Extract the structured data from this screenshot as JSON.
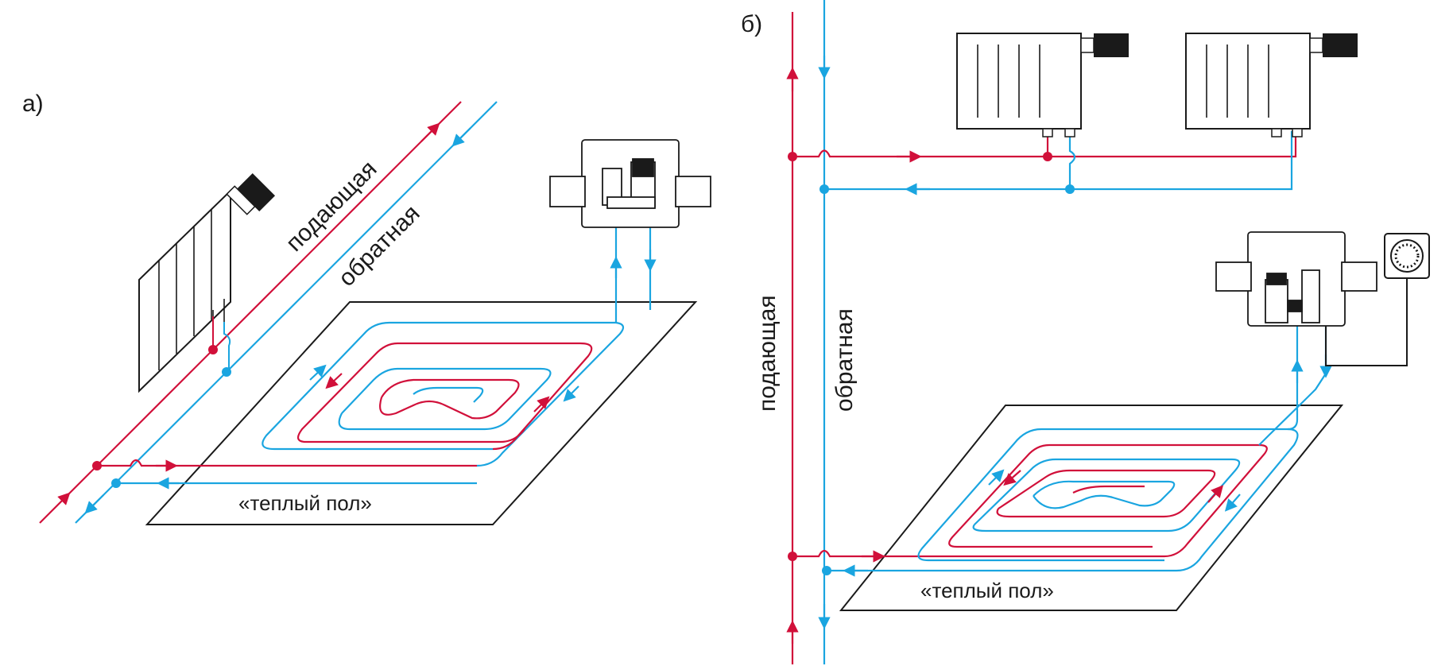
{
  "colors": {
    "supply": "#d1103a",
    "return": "#1aa5e0",
    "outline": "#1a1a1a"
  },
  "panel_a": {
    "label": "а)",
    "supply_label": "подающая",
    "return_label": "обратная",
    "floor_label": "«теплый пол»"
  },
  "panel_b": {
    "label": "б)",
    "supply_label": "подающая",
    "return_label": "обратная",
    "floor_label": "«теплый пол»"
  }
}
